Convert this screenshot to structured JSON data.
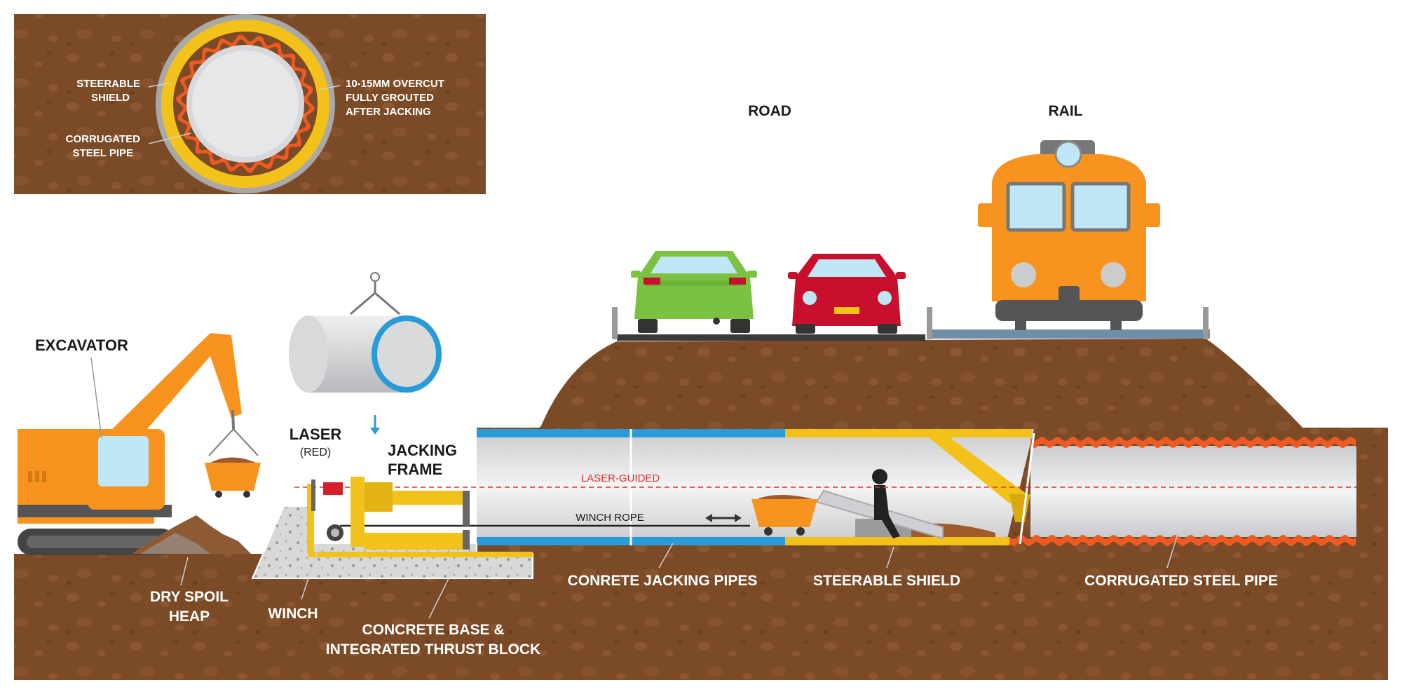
{
  "inset": {
    "steerable_shield_1": "STEERABLE",
    "steerable_shield_2": "SHIELD",
    "corrugated_1": "CORRUGATED",
    "corrugated_2": "STEEL PIPE",
    "overcut_1": "10-15MM OVERCUT",
    "overcut_2": "FULLY GROUTED",
    "overcut_3": "AFTER JACKING"
  },
  "surface": {
    "road": "ROAD",
    "rail": "RAIL"
  },
  "labels": {
    "excavator": "EXCAVATOR",
    "laser": "LASER",
    "laser_sub": "(RED)",
    "jacking_frame_1": "JACKING",
    "jacking_frame_2": "FRAME",
    "laser_guided": "LASER-GUIDED",
    "winch_rope": "WINCH ROPE",
    "dry_spoil_1": "DRY SPOIL",
    "dry_spoil_2": "HEAP",
    "winch": "WINCH",
    "concrete_base_1": "CONCRETE BASE &",
    "concrete_base_2": "INTEGRATED THRUST BLOCK",
    "jacking_pipes": "CONRETE JACKING PIPES",
    "steerable_shield": "STEERABLE SHIELD",
    "corrugated_pipe": "CORRUGATED STEEL PIPE"
  },
  "colors": {
    "soil": "#7b4a26",
    "soil_spot": "#8d5a33",
    "yellow": "#f2c21b",
    "orange": "#f7931e",
    "corrugated": "#ee5a24",
    "blue": "#2a9bd8",
    "pipe_grey": "#dcdde0",
    "green_car": "#7cc242",
    "red_car": "#c8102e",
    "laser_line": "#e0302b"
  }
}
